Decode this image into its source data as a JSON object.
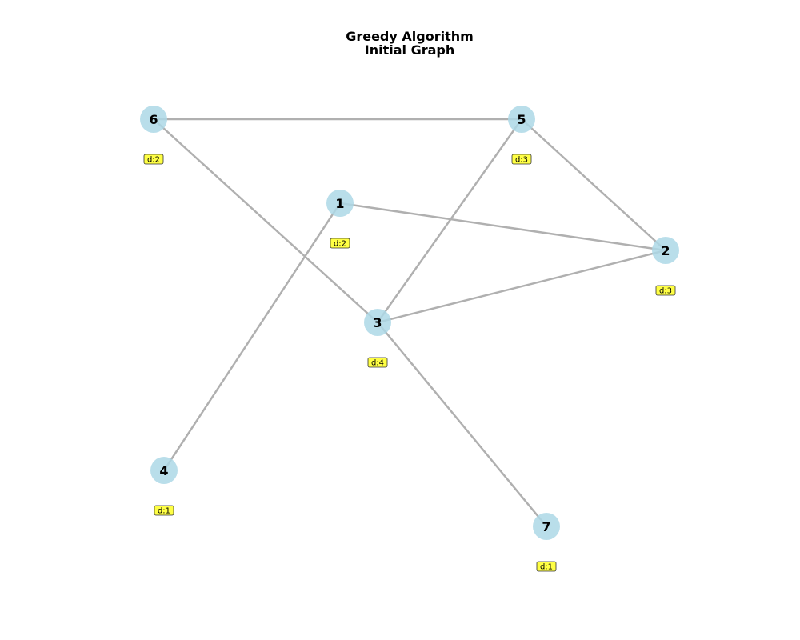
{
  "title": {
    "line1": "Greedy Algorithm",
    "line2": "Initial Graph"
  },
  "colors": {
    "node_fill": "#add8e6",
    "edge": "#b0b0b0",
    "badge_fill": "#ffff44",
    "badge_stroke": "#333333"
  },
  "graph": {
    "nodes": [
      {
        "id": "1",
        "degree_label": "d:2"
      },
      {
        "id": "2",
        "degree_label": "d:3"
      },
      {
        "id": "3",
        "degree_label": "d:4"
      },
      {
        "id": "4",
        "degree_label": "d:1"
      },
      {
        "id": "5",
        "degree_label": "d:3"
      },
      {
        "id": "6",
        "degree_label": "d:2"
      },
      {
        "id": "7",
        "degree_label": "d:1"
      }
    ],
    "edges": [
      [
        "6",
        "5"
      ],
      [
        "6",
        "3"
      ],
      [
        "5",
        "3"
      ],
      [
        "5",
        "2"
      ],
      [
        "1",
        "2"
      ],
      [
        "1",
        "4"
      ],
      [
        "3",
        "2"
      ],
      [
        "3",
        "7"
      ]
    ]
  }
}
